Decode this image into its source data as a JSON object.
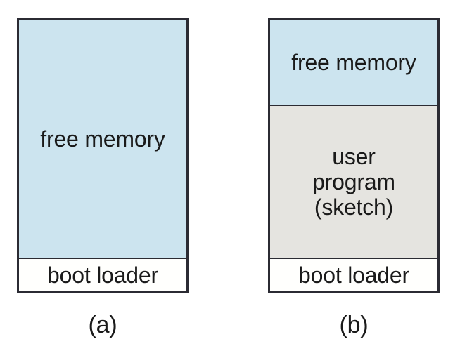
{
  "figure": {
    "colors": {
      "free_memory_fill": "#cce4ef",
      "user_program_fill": "#e5e4e0",
      "boot_loader_fill": "#fffffd",
      "outline": "#2b2b33",
      "text": "#1a1a1a",
      "background": "#ffffff"
    },
    "panels": [
      {
        "caption": "(a)",
        "segments": [
          {
            "label": "free memory",
            "fill": "#cce4ef"
          },
          {
            "label": "boot loader",
            "fill": "#fffffd"
          }
        ]
      },
      {
        "caption": "(b)",
        "segments": [
          {
            "label": "free memory",
            "fill": "#cce4ef"
          },
          {
            "label": "user\nprogram\n(sketch)",
            "fill": "#e5e4e0"
          },
          {
            "label": "boot loader",
            "fill": "#fffffd"
          }
        ]
      }
    ]
  }
}
